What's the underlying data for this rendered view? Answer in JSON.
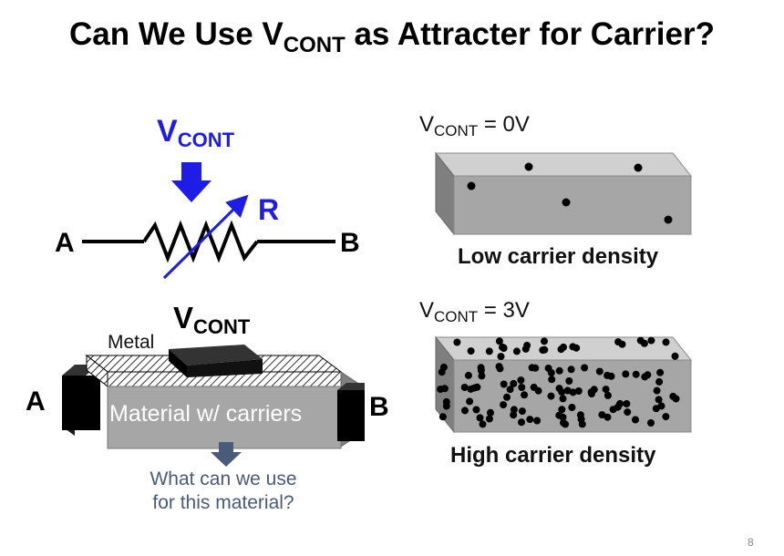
{
  "title": {
    "main": "Can We Use V",
    "sub": "CONT",
    "rest": " as Attracter for Carrier?"
  },
  "symbol": {
    "vcont_main": "V",
    "vcont_sub": "CONT",
    "resistor_label": "R",
    "node_a": "A",
    "node_b": "B"
  },
  "device": {
    "vcont_main": "V",
    "vcont_sub": "CONT",
    "metal_label": "Metal",
    "material_label": "Material w/ carriers",
    "node_a": "A",
    "node_b": "B",
    "question": "What can we use for this material?"
  },
  "low_case": {
    "eq_main": "V",
    "eq_sub": "CONT",
    "eq_rest": " = 0V",
    "caption": "Low carrier density"
  },
  "high_case": {
    "eq_main": "V",
    "eq_sub": "CONT",
    "eq_rest": " = 3V",
    "caption": "High carrier density"
  },
  "page_number": "8",
  "colors": {
    "blue": "#1d1de6",
    "box_gray": "#a6a6a6",
    "box_top": "#d0d0d0",
    "box_side": "#7f7f7f",
    "arrow_gray": "#4a5a7a"
  }
}
